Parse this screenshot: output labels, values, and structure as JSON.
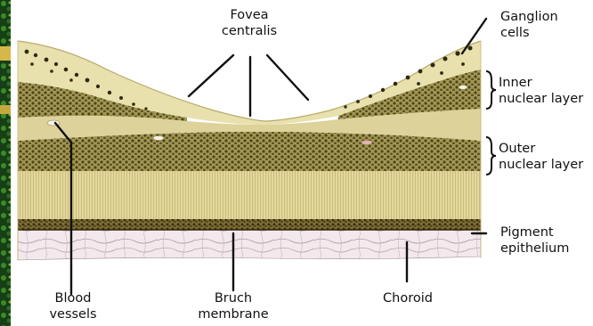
{
  "labels": {
    "fovea_line1": "Fovea",
    "fovea_line2": "centralis",
    "ganglion_line1": "Ganglion",
    "ganglion_line2": "cells",
    "inner_line1": "Inner",
    "inner_line2": "nuclear layer",
    "outer_line1": "Outer",
    "outer_line2": "nuclear layer",
    "pigment_line1": "Pigment",
    "pigment_line2": "epithelium",
    "blood_line1": "Blood",
    "blood_line2": "vessels",
    "bruch_line1": "Bruch",
    "bruch_line2": "membrane",
    "choroid": "Choroid"
  },
  "colors": {
    "tissue_light": "#e7dfae",
    "tissue_mid": "#d3c884",
    "nuclear_dark": "#8f8646",
    "dots": "#3b3412",
    "choroid_bg": "#f1e6ea",
    "pigment": "#5b4d23",
    "strip_left": "#1e5a1b"
  }
}
